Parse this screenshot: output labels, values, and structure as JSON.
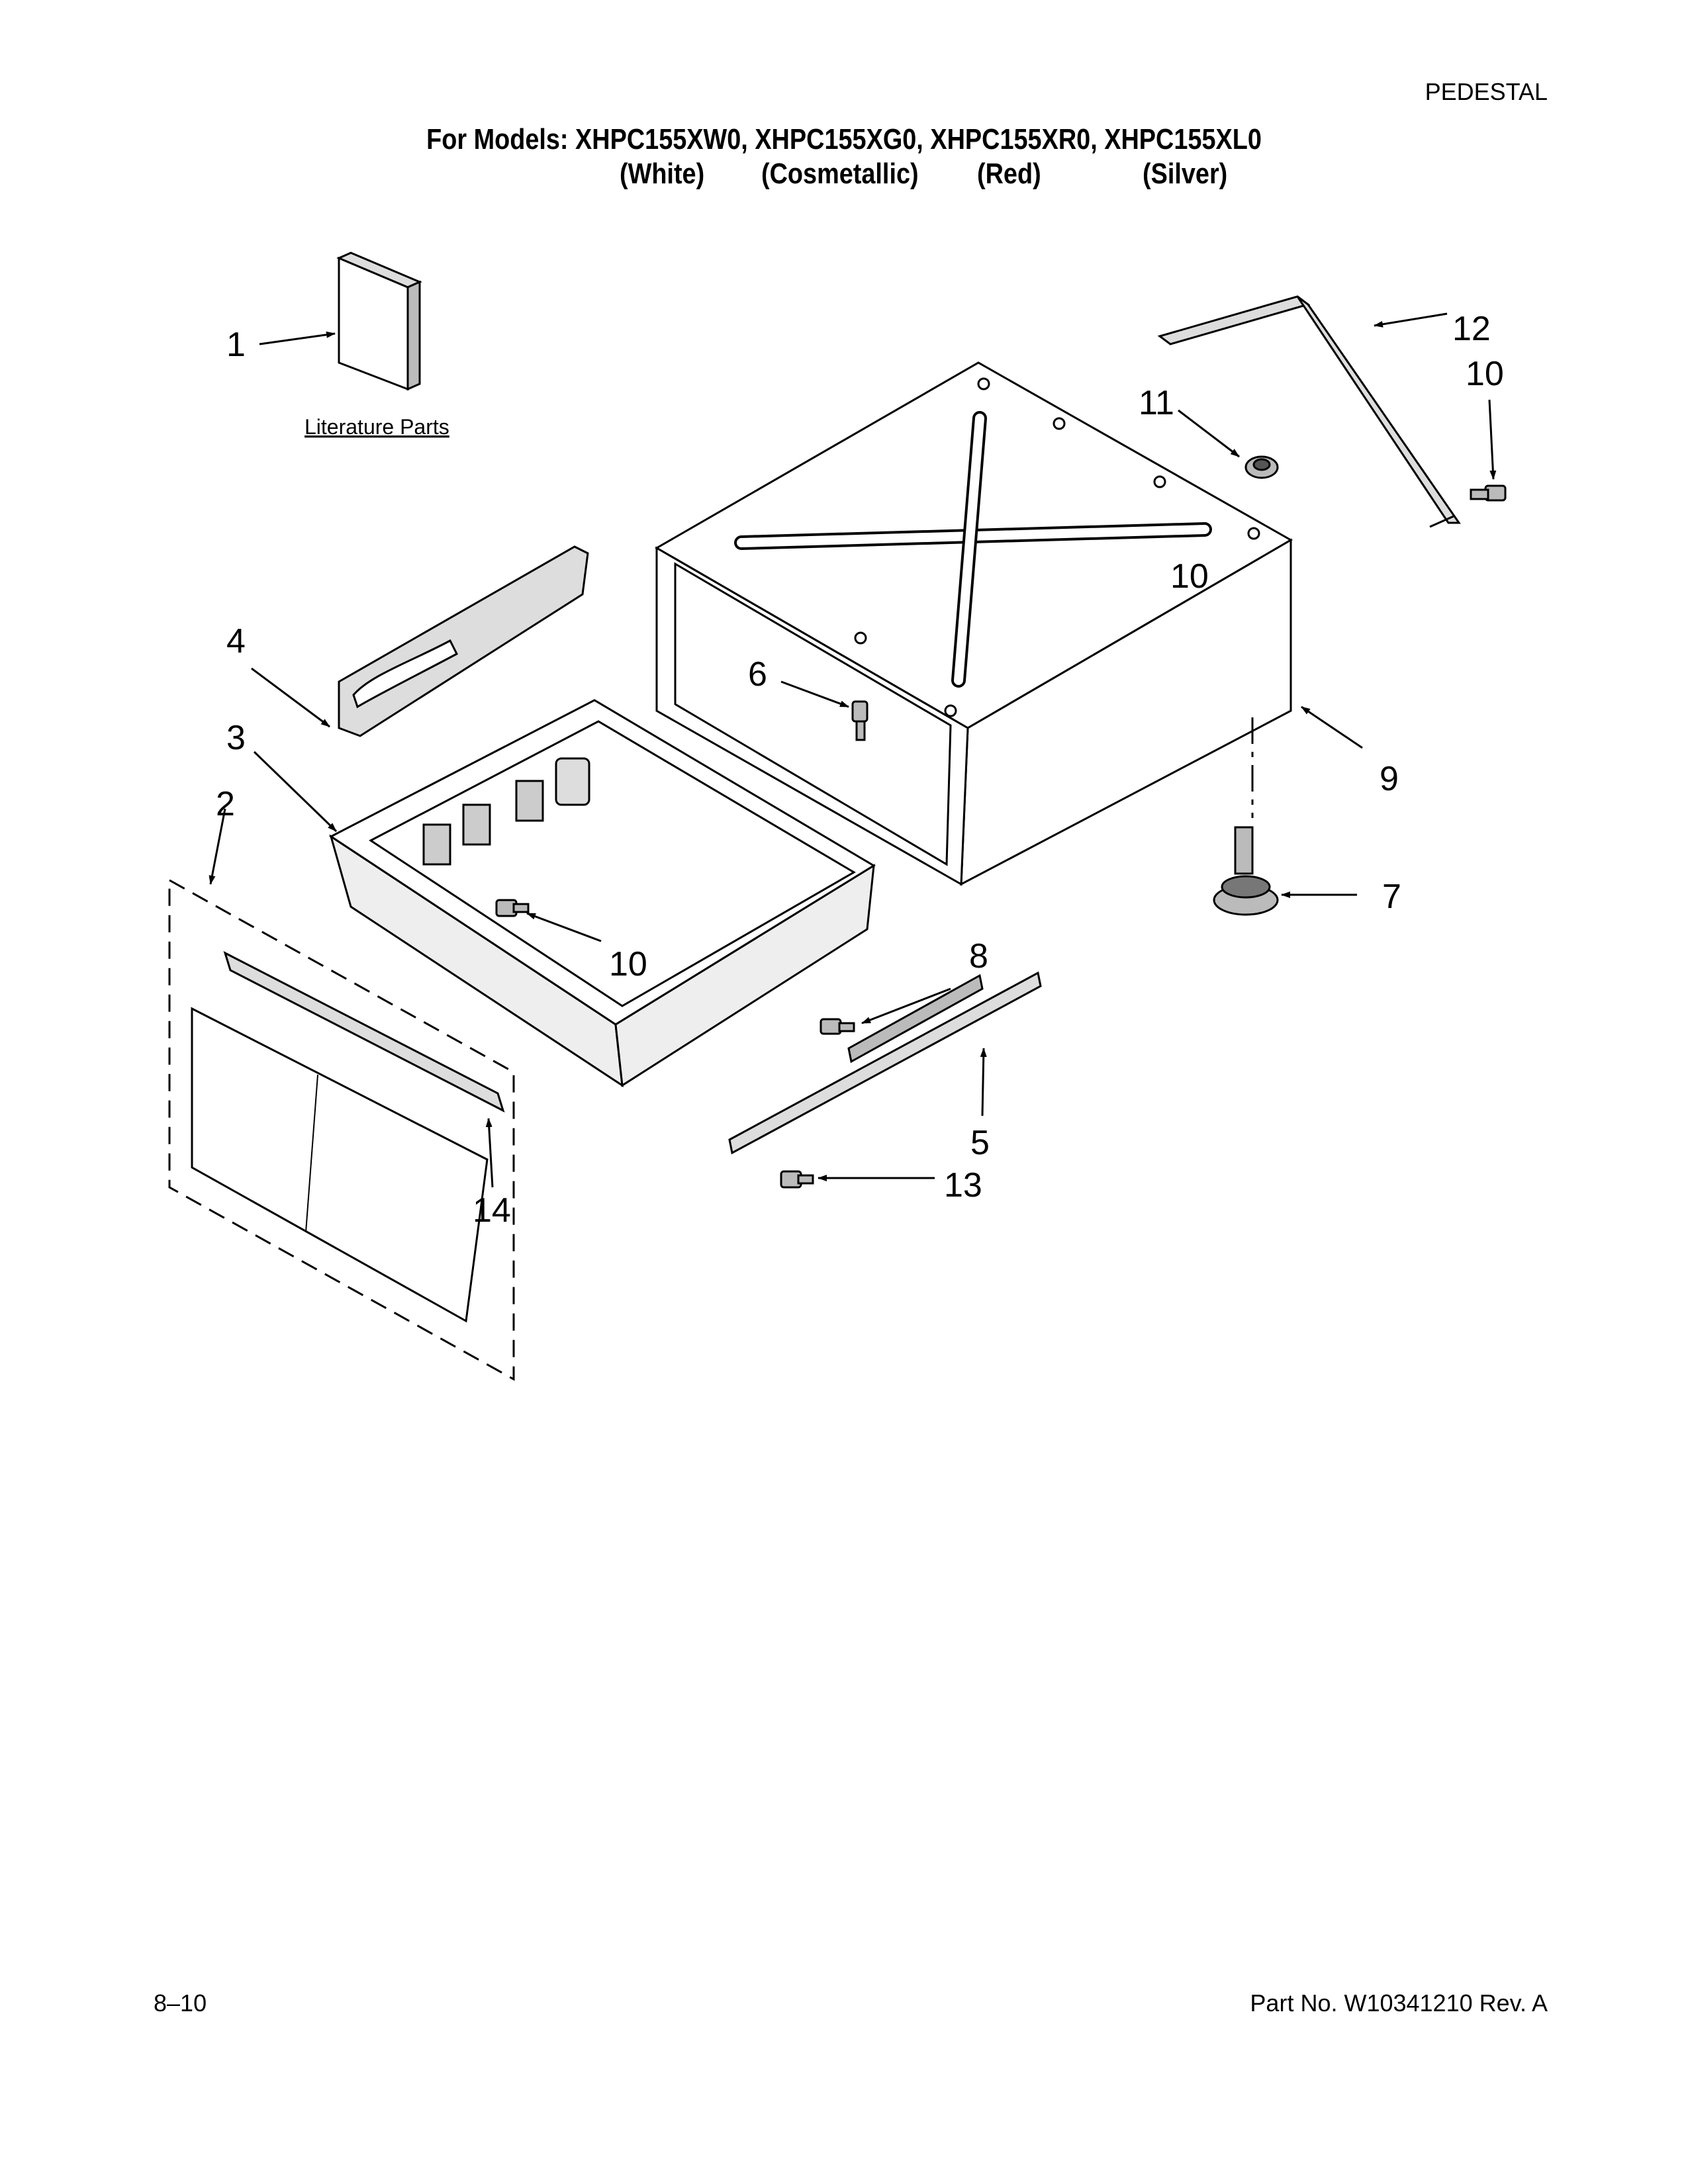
{
  "header": {
    "section": "PEDESTAL",
    "title": "For Models: XHPC155XW0, XHPC155XG0, XHPC155XR0, XHPC155XL0",
    "colors": [
      "(White)",
      "(Cosmetallic)",
      "(Red)",
      "(Silver)"
    ]
  },
  "diagram": {
    "literature_label": "Literature Parts",
    "callouts": [
      "1",
      "2",
      "3",
      "4",
      "5",
      "6",
      "7",
      "8",
      "9",
      "10",
      "10",
      "10",
      "11",
      "12",
      "13",
      "14"
    ]
  },
  "footer": {
    "page": "8–10",
    "part_no": "Part No. W10341210 Rev. A"
  }
}
